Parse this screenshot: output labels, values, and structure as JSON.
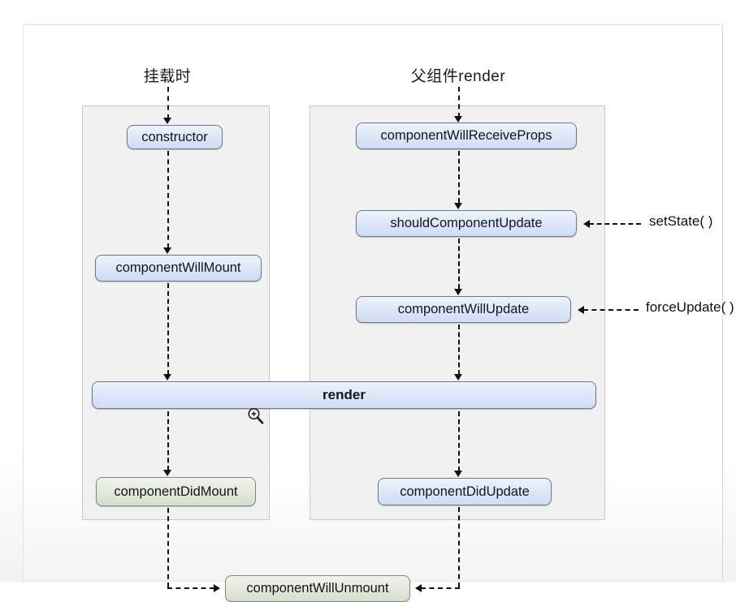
{
  "diagram": {
    "title_mount_column": "挂载时",
    "title_update_column": "父组件render",
    "colors": {
      "blue_fill": "#dbe6f7",
      "blue_border": "#6d7787",
      "green_fill": "#e2e8dc",
      "green_border": "#7d8a76",
      "panel_fill": "#f1f1f1",
      "panel_border": "#c9c9c9",
      "connector": "#111111"
    },
    "mount_nodes": [
      {
        "id": "constructor",
        "label": "constructor",
        "color": "blue"
      },
      {
        "id": "componentWillMount",
        "label": "componentWillMount",
        "color": "blue"
      },
      {
        "id": "componentDidMount",
        "label": "componentDidMount",
        "color": "green"
      }
    ],
    "update_nodes": [
      {
        "id": "componentWillReceiveProps",
        "label": "componentWillReceiveProps",
        "color": "blue"
      },
      {
        "id": "shouldComponentUpdate",
        "label": "shouldComponentUpdate",
        "color": "blue"
      },
      {
        "id": "componentWillUpdate",
        "label": "componentWillUpdate",
        "color": "blue"
      },
      {
        "id": "componentDidUpdate",
        "label": "componentDidUpdate",
        "color": "blue"
      }
    ],
    "shared_nodes": [
      {
        "id": "render",
        "label": "render",
        "color": "blue"
      },
      {
        "id": "componentWillUnmount",
        "label": "componentWillUnmount",
        "color": "green"
      }
    ],
    "triggers": [
      {
        "id": "setState",
        "label": "setState( )",
        "target": "shouldComponentUpdate"
      },
      {
        "id": "forceUpdate",
        "label": "forceUpdate( )",
        "target": "componentWillUpdate"
      }
    ],
    "cursor": {
      "icon": "magnifier-zoom-in-cursor"
    }
  }
}
